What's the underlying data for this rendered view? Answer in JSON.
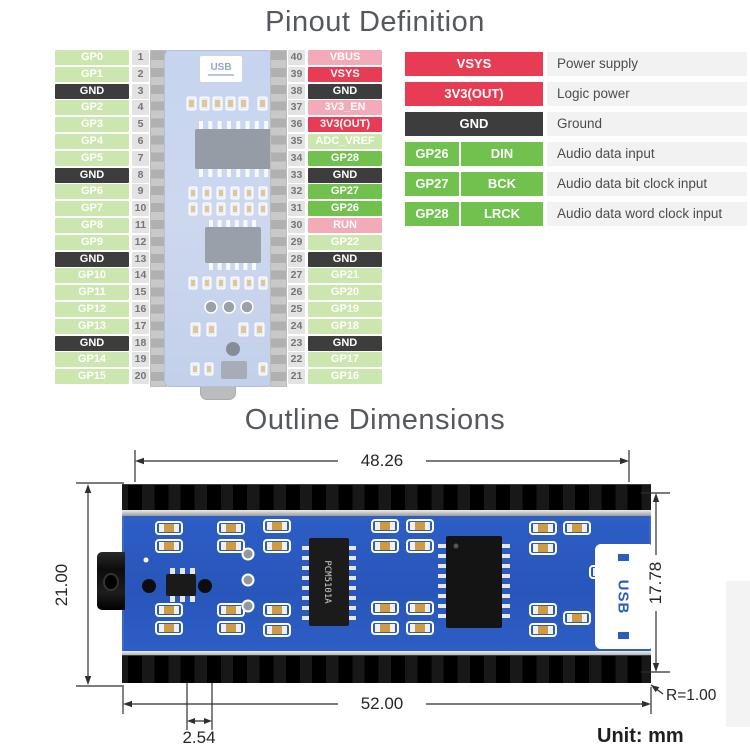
{
  "titles": {
    "pinout": "Pinout Definition",
    "outline": "Outline Dimensions"
  },
  "colors": {
    "gpio_pale": "#cbe6ae",
    "audio_green": "#70c14d",
    "power_red": "#e83c55",
    "power_pale_pink": "#f3aab9",
    "ground_dark": "#3d3d3d",
    "pcb_blue": "#2b5cc0",
    "legend_desc_bg": "#f2f2f2"
  },
  "pinout": {
    "usb_label": "USB",
    "left_pins": [
      {
        "num": "1",
        "label": "GP0",
        "type": "gpio"
      },
      {
        "num": "2",
        "label": "GP1",
        "type": "gpio"
      },
      {
        "num": "3",
        "label": "GND",
        "type": "ground"
      },
      {
        "num": "4",
        "label": "GP2",
        "type": "gpio"
      },
      {
        "num": "5",
        "label": "GP3",
        "type": "gpio"
      },
      {
        "num": "6",
        "label": "GP4",
        "type": "gpio"
      },
      {
        "num": "7",
        "label": "GP5",
        "type": "gpio"
      },
      {
        "num": "8",
        "label": "GND",
        "type": "ground"
      },
      {
        "num": "9",
        "label": "GP6",
        "type": "gpio"
      },
      {
        "num": "10",
        "label": "GP7",
        "type": "gpio"
      },
      {
        "num": "11",
        "label": "GP8",
        "type": "gpio"
      },
      {
        "num": "12",
        "label": "GP9",
        "type": "gpio"
      },
      {
        "num": "13",
        "label": "GND",
        "type": "ground"
      },
      {
        "num": "14",
        "label": "GP10",
        "type": "gpio"
      },
      {
        "num": "15",
        "label": "GP11",
        "type": "gpio"
      },
      {
        "num": "16",
        "label": "GP12",
        "type": "gpio"
      },
      {
        "num": "17",
        "label": "GP13",
        "type": "gpio"
      },
      {
        "num": "18",
        "label": "GND",
        "type": "ground"
      },
      {
        "num": "19",
        "label": "GP14",
        "type": "gpio"
      },
      {
        "num": "20",
        "label": "GP15",
        "type": "gpio"
      }
    ],
    "right_pins": [
      {
        "num": "40",
        "label": "VBUS",
        "type": "power-dim"
      },
      {
        "num": "39",
        "label": "VSYS",
        "type": "power"
      },
      {
        "num": "38",
        "label": "GND",
        "type": "ground"
      },
      {
        "num": "37",
        "label": "3V3_EN",
        "type": "power-dim"
      },
      {
        "num": "36",
        "label": "3V3(OUT)",
        "type": "power"
      },
      {
        "num": "35",
        "label": "ADC_VREF",
        "type": "gpio"
      },
      {
        "num": "34",
        "label": "GP28",
        "type": "audio"
      },
      {
        "num": "33",
        "label": "GND",
        "type": "ground"
      },
      {
        "num": "32",
        "label": "GP27",
        "type": "audio"
      },
      {
        "num": "31",
        "label": "GP26",
        "type": "audio"
      },
      {
        "num": "30",
        "label": "RUN",
        "type": "power-dim"
      },
      {
        "num": "29",
        "label": "GP22",
        "type": "gpio"
      },
      {
        "num": "28",
        "label": "GND",
        "type": "ground"
      },
      {
        "num": "27",
        "label": "GP21",
        "type": "gpio"
      },
      {
        "num": "26",
        "label": "GP20",
        "type": "gpio"
      },
      {
        "num": "25",
        "label": "GP19",
        "type": "gpio"
      },
      {
        "num": "24",
        "label": "GP18",
        "type": "gpio"
      },
      {
        "num": "23",
        "label": "GND",
        "type": "ground"
      },
      {
        "num": "22",
        "label": "GP17",
        "type": "gpio"
      },
      {
        "num": "21",
        "label": "GP16",
        "type": "gpio"
      }
    ]
  },
  "legend": [
    {
      "pin": "VSYS",
      "signal": null,
      "desc": "Power supply",
      "type": "power"
    },
    {
      "pin": "3V3(OUT)",
      "signal": null,
      "desc": "Logic power",
      "type": "power"
    },
    {
      "pin": "GND",
      "signal": null,
      "desc": "Ground",
      "type": "ground"
    },
    {
      "pin": "GP26",
      "signal": "DIN",
      "desc": "Audio data input",
      "type": "audio"
    },
    {
      "pin": "GP27",
      "signal": "BCK",
      "desc": "Audio data bit clock input",
      "type": "audio"
    },
    {
      "pin": "GP28",
      "signal": "LRCK",
      "desc": "Audio data word clock input",
      "type": "audio"
    }
  ],
  "outline": {
    "dim_pin_span": "48.26",
    "dim_board_length": "52.00",
    "dim_pitch": "2.54",
    "dim_board_height": "21.00",
    "dim_row_spacing": "17.78",
    "dim_corner_radius": "R=1.00",
    "unit_label": "Unit: mm",
    "usb_label": "USB",
    "chip_label": "PCM5101A"
  }
}
